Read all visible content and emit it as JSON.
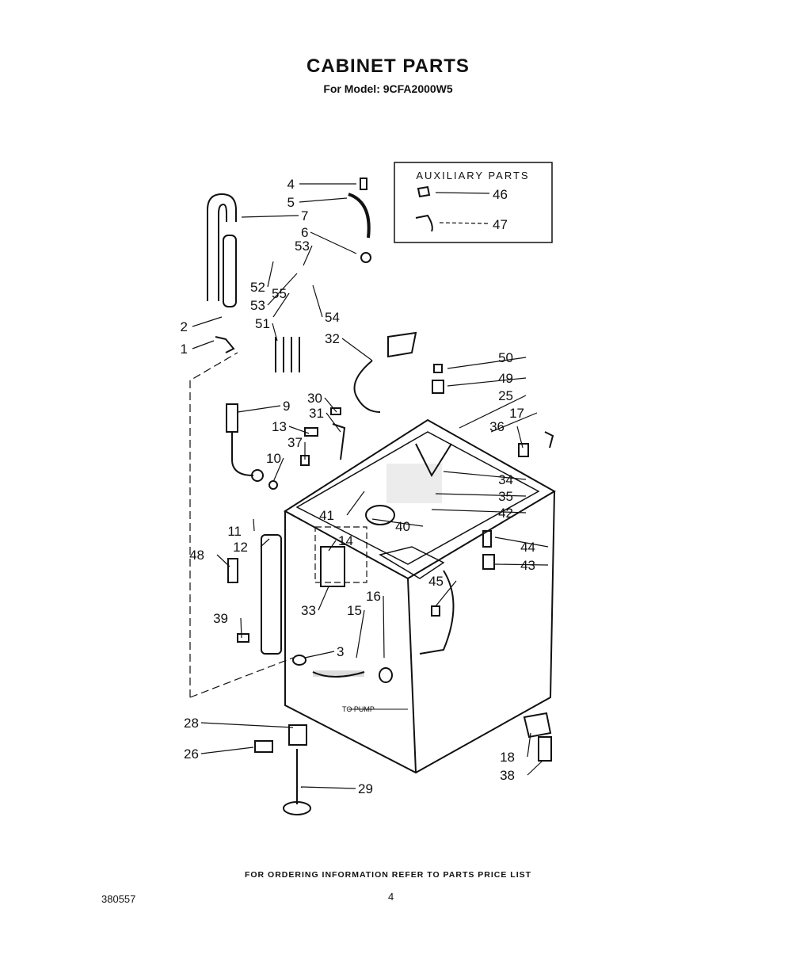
{
  "title": "CABINET PARTS",
  "subtitle": "For Model: 9CFA2000W5",
  "auxiliary": {
    "heading": "AUXILIARY PARTS",
    "items": [
      "46",
      "47"
    ]
  },
  "callouts": [
    "4",
    "5",
    "7",
    "6",
    "53",
    "52",
    "53",
    "55",
    "54",
    "2",
    "51",
    "1",
    "32",
    "50",
    "49",
    "25",
    "17",
    "30",
    "9",
    "31",
    "13",
    "36",
    "37",
    "10",
    "34",
    "35",
    "41",
    "42",
    "40",
    "11",
    "14",
    "44",
    "12",
    "43",
    "48",
    "45",
    "33",
    "16",
    "39",
    "15",
    "3",
    "28",
    "26",
    "18",
    "38",
    "29"
  ],
  "to_pump": "TO PUMP",
  "footer": "FOR ORDERING INFORMATION REFER TO PARTS PRICE LIST",
  "doc_code": "380557",
  "page_number": "4"
}
